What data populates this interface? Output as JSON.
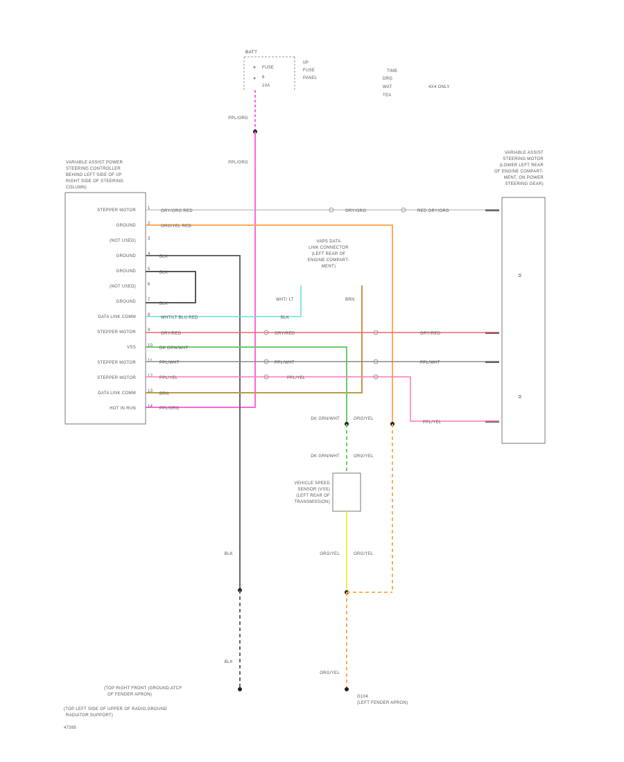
{
  "fuse_block": {
    "title": "BATT",
    "fuse_label": "FUSE",
    "fuse_number": "6",
    "fuse_rating": "10A",
    "panel_lines": [
      "I/P",
      "FUSE",
      "PANEL"
    ]
  },
  "legend": {
    "lines": [
      "TIME",
      "DRG",
      "WAT",
      "TEA"
    ],
    "note": "4X4 ONLY"
  },
  "left_module": {
    "title_lines": [
      "VARIABLE ASSIST POWER",
      "STEERING CONTROLLER",
      "BEHIND LEFT SIDE OF I/P",
      "RIGHT SIDE OF STEERING",
      "COLUMN)"
    ],
    "rows": [
      "STEPPER MOTOR",
      "GROUND",
      "(NOT USED)",
      "GROUND",
      "GROUND",
      "(NOT USED)",
      "GROUND",
      "DATA LINK COMM",
      "STEPPER MOTOR",
      "VSS",
      "STEPPER MOTOR",
      "STEPPER MOTOR",
      "DATA LINK COMM",
      "HOT IN RUN"
    ],
    "pins": [
      "1",
      "2",
      "3",
      "4",
      "5",
      "6",
      "7",
      "8",
      "9",
      "10",
      "11",
      "12",
      "13",
      "14"
    ]
  },
  "right_module": {
    "title_lines": [
      "VARIABLE ASSIST",
      "STEERING MOTOR",
      "(LOWER LEFT REAR",
      "OF ENGINE COMPART-",
      "MENT, ON POWER",
      "STEERING GEAR)"
    ],
    "upper_label": "M",
    "lower_label": "M"
  },
  "connector_note": [
    "VAPS DATA",
    "LINK CONNECTOR",
    "(LEFT REAR OF",
    "ENGINE COMPART-",
    "MENT)"
  ],
  "vss": [
    "VEHICLE SPEED",
    "SENSOR (VSS)",
    "(LEFT REAR OF",
    "TRANSMISSION)"
  ],
  "wire_labels": {
    "ppl_org_upper": "PPL/ORG",
    "ppl_org_lower": "PPL/ORG",
    "row1_left": "GRY/ORG RED",
    "row1_mid": "GRY/ORG",
    "row1_right": "RED GRY/ORG",
    "row2": "ORG/YEL RED",
    "blk_1": "BLK",
    "blk_2": "BLK",
    "blk_3": "BLK",
    "wht_ltblu": "WHT/LT BLU RED",
    "wht_lt": "WHT/ LT",
    "blk_small": "BLK",
    "brn": "BRN",
    "gry_red_left": "GRY/RED",
    "gry_red_right": "GRY/RED",
    "dkgrn_wht": "DK GRN/WHT",
    "pplwht_left": "PPL/WHT",
    "pplwht_mid": "PPL/WHT",
    "pplwht_right": "PPL/WHT",
    "pplyel_left": "PPL/YEL",
    "pplyel_mid": "PPL/YEL",
    "pplyel_right": "PPL/YEL",
    "brn_left": "BRN",
    "pplorg_left": "PPL/ORG",
    "dkgrn_wht_down1": "DK GRN/WHT",
    "orgyel_down1": "ORG/YEL",
    "dkgrn_wht_down2": "DK GRN/WHT",
    "orgyel_down2": "ORG/YEL",
    "orgyel_down3": "ORG/YEL",
    "orgyel_down4": "ORG/YEL",
    "orgyel_down5": "ORG/YEL",
    "blk_gnd1": "BLK",
    "blk_gnd2": "BLK"
  },
  "grounds": {
    "left_lines": [
      "(TOP RIGHT FRONT   (GROUND,ATCF",
      "OF FENDER APRON)",
      "(TOP LEFT SIDE OF UPPER   OF RADIO,GROUND",
      "RADIATOR SUPPORT)"
    ],
    "right_lines": [
      "G104",
      "(LEFT FENDER APRON)"
    ]
  },
  "figure_id": "47395",
  "colors": {
    "pink": "#ff66dd",
    "orange": "#ffaa55",
    "gray": "#666666",
    "cyan": "#66dddd",
    "red": "#ee6666",
    "green": "#66cc66",
    "olive": "#bb9944",
    "yellow": "#eeee55",
    "light_gray": "#aaaaaa",
    "black": "#444444"
  }
}
